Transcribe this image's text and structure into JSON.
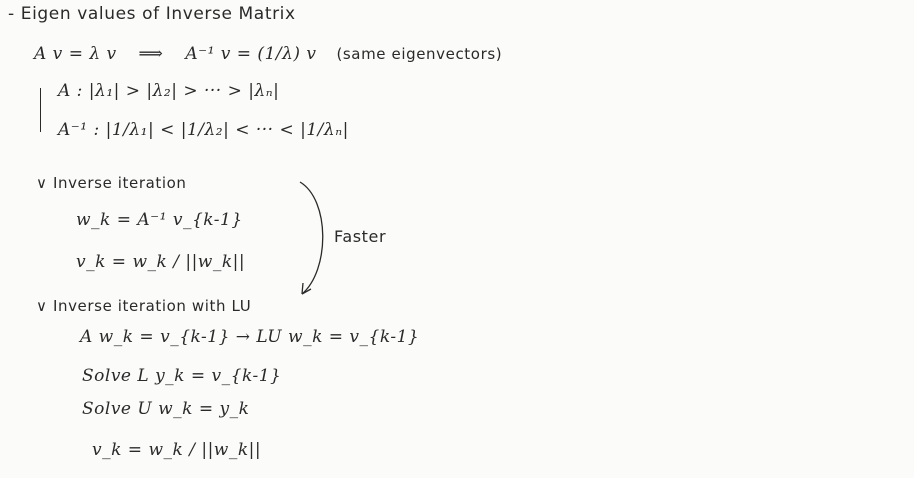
{
  "title": "- Eigen values of Inverse Matrix",
  "l1": {
    "lhs": "A v = λ v",
    "impl": "⟹",
    "rhs": "A⁻¹ v = (1/λ) v",
    "note": "(same eigenvectors)"
  },
  "l2": "A : |λ₁| > |λ₂| > ··· > |λₙ|",
  "l3": "A⁻¹ : |1/λ₁| < |1/λ₂| < ··· < |1/λₙ|",
  "sec1": "∨ Inverse iteration",
  "s1a": "w_k = A⁻¹ v_{k-1}",
  "s1b": "v_k = w_k / ||w_k||",
  "faster": "Faster",
  "sec2": "∨ Inverse iteration with LU",
  "s2a": "A w_k = v_{k-1} → LU w_k = v_{k-1}",
  "s2b": "Solve L y_k = v_{k-1}",
  "s2c": "Solve U w_k = y_k",
  "s2d": "v_k = w_k / ||w_k||"
}
